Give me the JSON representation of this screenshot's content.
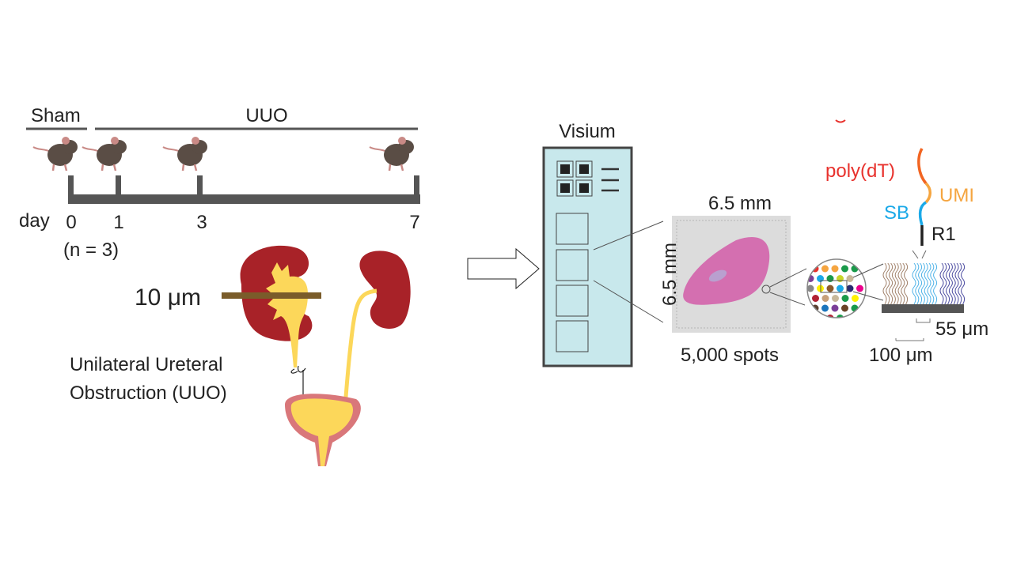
{
  "timeline": {
    "sham_label": "Sham",
    "uuo_label": "UUO",
    "day_label": "day",
    "days": [
      "0",
      "1",
      "3",
      "7"
    ],
    "n_label": "(n = 3)"
  },
  "anatomy": {
    "section_label": "10 μm",
    "procedure_line1": "Unilateral Ureteral",
    "procedure_line2": "Obstruction (UUO)"
  },
  "visium": {
    "title": "Visium",
    "width_label": "6.5 mm",
    "height_label": "6.5 mm",
    "spots_label": "5,000 spots"
  },
  "oligo": {
    "polydt_label": "poly(dT)",
    "umi_label": "UMI",
    "sb_label": "SB",
    "r1_label": "R1",
    "spot_diameter_label": "55 μm",
    "spot_spacing_label": "100 μm"
  },
  "colors": {
    "kidney": "#a82228",
    "urine": "#fcd75a",
    "slide": "#c8e8ec",
    "polydt": "#e8322d",
    "umi": "#f5a540",
    "sb": "#1aa9e8"
  }
}
